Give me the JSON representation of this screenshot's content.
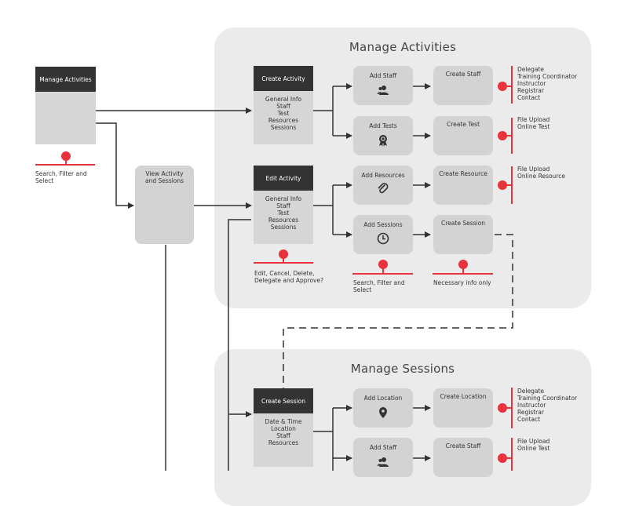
{
  "manage_activities_panel": {
    "title": "Manage Activities"
  },
  "manage_sessions_panel": {
    "title": "Manage Sessions"
  },
  "manage_activities_box": {
    "label": "Manage Activities"
  },
  "left_note": {
    "lines": [
      "Search, Filter and",
      "Select"
    ]
  },
  "view_activity_box": {
    "lines": [
      "View Activity",
      "and Sessions"
    ]
  },
  "create_activity": {
    "title": "Create Activity",
    "lines": [
      "General Info",
      "Staff",
      "Test",
      "Resources",
      "Sessions"
    ]
  },
  "edit_activity": {
    "title": "Edit Activity",
    "lines": [
      "General Info",
      "Staff",
      "Test",
      "Resources",
      "Sessions"
    ]
  },
  "edit_note": {
    "lines": [
      "Edit, Cancel, Delete,",
      "Delegate and Approve?"
    ]
  },
  "activity_rows": [
    {
      "add": "Add Staff",
      "add_icon": "people-icon",
      "create": "Create Staff",
      "notes": [
        "Delegate",
        "Training Coordinator",
        "Instructor",
        "Registrar",
        "Contact"
      ]
    },
    {
      "add": "Add Tests",
      "add_icon": "award-badge-icon",
      "create": "Create Test",
      "notes": [
        "File Upload",
        "Online Test"
      ]
    },
    {
      "add": "Add Resources",
      "add_icon": "paperclip-icon",
      "create": "Create Resource",
      "notes": [
        "File Upload",
        "Online Resource"
      ]
    },
    {
      "add": "Add Sessions",
      "add_icon": "clock-icon",
      "create": "Create Session",
      "notes": []
    }
  ],
  "sessions_search_note": {
    "lines": [
      "Search, Filter and",
      "Select"
    ]
  },
  "necessary_note": {
    "lines": [
      "Necessary info only"
    ]
  },
  "create_session": {
    "title": "Create Session",
    "lines": [
      "Date & Time",
      "Location",
      "Staff",
      "Resources"
    ]
  },
  "session_rows": [
    {
      "add": "Add Location",
      "add_icon": "location-pin-icon",
      "create": "Create Location",
      "notes": [
        "Delegate",
        "Training Coordinator",
        "Instructor",
        "Registrar",
        "Contact"
      ]
    },
    {
      "add": "Add Staff",
      "add_icon": "people-icon",
      "create": "Create Staff",
      "notes": [
        "File Upload",
        "Online Test"
      ]
    }
  ],
  "colors": {
    "accent_red": "#e8323c",
    "dark_head": "#333333",
    "box_grey": "#d3d3d3",
    "panel_grey": "#ebebeb",
    "line": "#333333"
  }
}
